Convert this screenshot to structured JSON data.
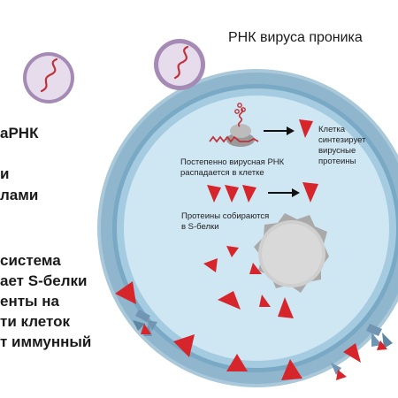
{
  "header": {
    "title": "РНК вируса проника"
  },
  "left_text": {
    "line1": "аРНК",
    "line2": "и",
    "line3": "лами",
    "line4": "система",
    "line5": "ает S-белки",
    "line6": "енты на",
    "line7": "ти клеток",
    "line8": "т иммунный"
  },
  "cell_labels": {
    "synthesis_1": "Клетка",
    "synthesis_2": "синтезирует",
    "synthesis_3": "вирусные",
    "synthesis_4": "протеины",
    "decay_1": "Постепенно вирусная РНК",
    "decay_2": "распадается в клетке",
    "assembly_1": "Протеины собираются",
    "assembly_2": "в S-белки"
  },
  "colors": {
    "membrane_outer": "#8fb6cc",
    "membrane_inner": "#6fa3c1",
    "cytoplasm": "#cfe6f3",
    "nucleus": "#c8c8c8",
    "protein": "#d7262b",
    "receptor": "#7196b3",
    "vesicle_fill": "#e6dceb",
    "vesicle_ring": "#a48ab4",
    "rna": "#c0323a"
  }
}
